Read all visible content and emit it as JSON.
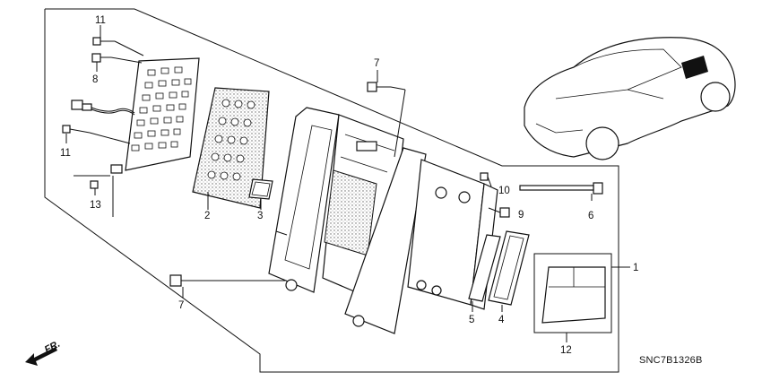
{
  "callouts": [
    {
      "label": "11"
    },
    {
      "label": "8"
    },
    {
      "label": "11"
    },
    {
      "label": "13"
    },
    {
      "label": "7"
    },
    {
      "label": "2"
    },
    {
      "label": "3"
    },
    {
      "label": "10"
    },
    {
      "label": "6"
    },
    {
      "label": "9"
    },
    {
      "label": "7"
    },
    {
      "label": "5"
    },
    {
      "label": "4"
    },
    {
      "label": "1"
    },
    {
      "label": "12"
    }
  ],
  "diagram_code": "SNC7B1326B",
  "direction_label": "FR."
}
